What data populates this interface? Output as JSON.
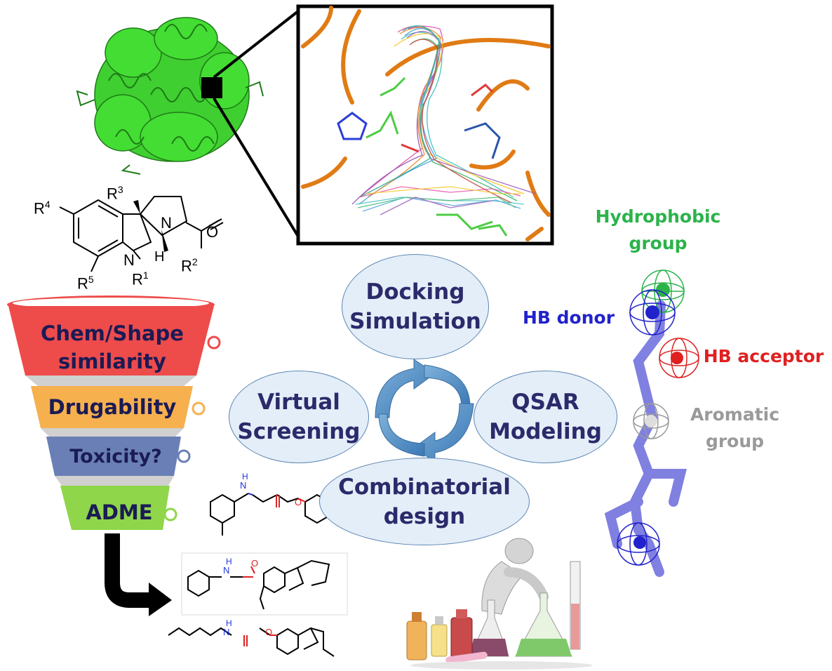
{
  "cycle": {
    "docking": "Docking\nSimulation",
    "virtual": "Virtual\nScreening",
    "qsar": "QSAR\nModeling",
    "combinatorial": "Combinatorial\ndesign"
  },
  "funnel": {
    "tiers": [
      {
        "label": "Chem/Shape\nsimilarity",
        "color": "#ee4b4b"
      },
      {
        "label": "Drugability",
        "color": "#f6b04e"
      },
      {
        "label": "Toxicity?",
        "color": "#6a7fb6"
      },
      {
        "label": "ADME",
        "color": "#8fd64a"
      }
    ]
  },
  "scaffold": {
    "r1": "R",
    "r1_sup": "1",
    "r2": "R",
    "r2_sup": "2",
    "r3": "R",
    "r3_sup": "3",
    "r4": "R",
    "r4_sup": "4",
    "r5": "R",
    "r5_sup": "5",
    "n1": "N",
    "n2": "N",
    "h": "H",
    "o": "O"
  },
  "pharmacophore": {
    "hydrophobic": "Hydrophobic\ngroup",
    "hb_donor": "HB donor",
    "hb_acceptor": "HB acceptor",
    "aromatic": "Aromatic\ngroup"
  },
  "colors": {
    "protein": "#44dd33",
    "pocket_ribbon": "#e07b14",
    "ellipse_fill": "#e4eef8",
    "ellipse_text": "#2b2a6b",
    "hydrophobic": "#2bb34a",
    "donor": "#2222cc",
    "acceptor": "#e02020",
    "aromatic": "#9a9a9a",
    "ligand": "#7777dd"
  },
  "molecules": {
    "m1_n": "N",
    "m1_h": "H",
    "m1_o": "O",
    "m2_n": "N",
    "m2_h": "H",
    "m2_o": "O",
    "m3_n": "N",
    "m3_h": "H",
    "m3_o": "O"
  }
}
